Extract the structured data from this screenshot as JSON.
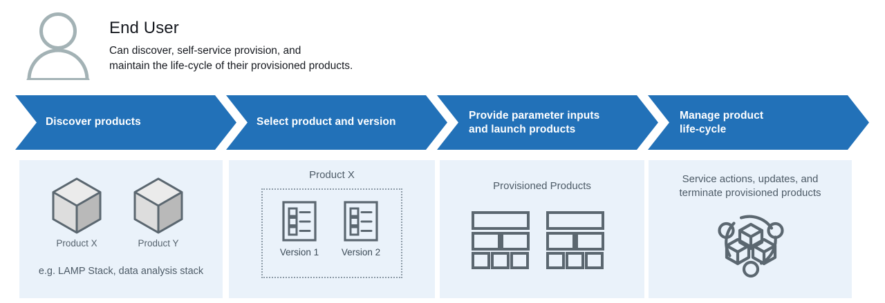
{
  "persona": {
    "icon": "user-avatar-icon",
    "title": "End User",
    "description": "Can discover, self-service provision, and\nmaintain the life-cycle of their provisioned products."
  },
  "colors": {
    "arrow_blue": "#2271b8",
    "panel_background": "#eaf2fa",
    "icon_gray": "#5b6770",
    "avatar_gray": "#a3b2b5",
    "text_dark": "#16191f",
    "text_muted": "#4c5a66",
    "page_background": "#ffffff"
  },
  "flow": {
    "steps": [
      {
        "label": "Discover products"
      },
      {
        "label": "Select product and version"
      },
      {
        "label": "Provide parameter inputs\nand launch products"
      },
      {
        "label": "Manage product\nlife-cycle"
      }
    ]
  },
  "panels": [
    {
      "name": "discover-products-panel",
      "heading": "",
      "products": [
        {
          "label": "Product X",
          "icon": "cube-icon"
        },
        {
          "label": "Product Y",
          "icon": "cube-icon"
        }
      ],
      "caption": "e.g. LAMP Stack, data analysis stack"
    },
    {
      "name": "select-product-version-panel",
      "heading": "Product X",
      "versions": [
        {
          "label": "Version 1",
          "icon": "version-list-icon"
        },
        {
          "label": "Version 2",
          "icon": "version-list-icon"
        }
      ]
    },
    {
      "name": "provisioned-products-panel",
      "heading": "Provisioned Products",
      "stacks": [
        {
          "icon": "stack-blocks-icon"
        },
        {
          "icon": "stack-blocks-icon"
        }
      ]
    },
    {
      "name": "manage-life-cycle-panel",
      "heading": "Service actions, updates, and\nterminate provisioned products",
      "icon": "service-catalog-cubes-icon"
    }
  ]
}
